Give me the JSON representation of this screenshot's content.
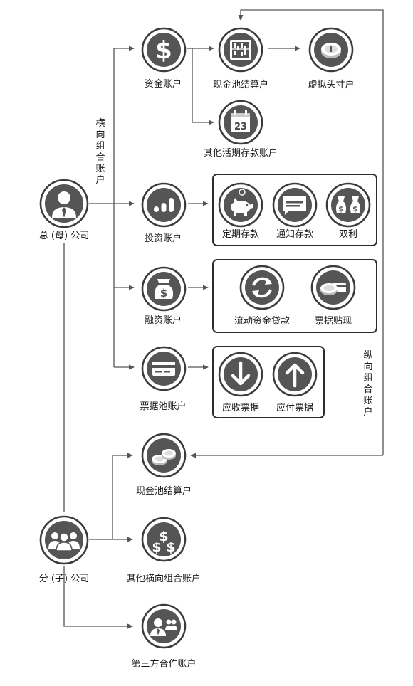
{
  "colors": {
    "icon_fill": "#555555",
    "icon_ring": "#3b3b3b",
    "line": "#555555",
    "panel_border": "#2b2b2b"
  },
  "parent": {
    "label": "总 (母) 公司",
    "icon": "manager-icon"
  },
  "subsidiary": {
    "label": "分 (子) 公司",
    "icon": "group-icon"
  },
  "horizontal_label": "横向组合账户",
  "vertical_label": "纵向组合账户",
  "accounts": {
    "funds": {
      "label": "资金账户",
      "icon": "dollar-icon"
    },
    "cash_pool": {
      "label": "现金池结算户",
      "icon": "abacus-icon"
    },
    "virtual": {
      "label": "虚拟头寸户",
      "icon": "coin-icon"
    },
    "other_current": {
      "label": "其他活期存款账户",
      "icon": "calendar-icon",
      "calendar_day": "23"
    },
    "investment": {
      "label": "投资账户",
      "icon": "bar-chart-icon"
    },
    "term_deposit": {
      "label": "定期存款",
      "icon": "piggy-bank-icon"
    },
    "notice_deposit": {
      "label": "通知存款",
      "icon": "notice-icon"
    },
    "dual_benefit": {
      "label": "双利",
      "icon": "money-bags-icon"
    },
    "financing": {
      "label": "融资账户",
      "icon": "money-bag-icon"
    },
    "working_loan": {
      "label": "流动资金贷款",
      "icon": "cycle-icon"
    },
    "bill_discount": {
      "label": "票据贴现",
      "icon": "coin-card-icon"
    },
    "bill_pool": {
      "label": "票据池账户",
      "icon": "card-icon"
    },
    "receivable": {
      "label": "应收票据",
      "icon": "arrow-down-icon"
    },
    "payable": {
      "label": "应付票据",
      "icon": "arrow-up-icon"
    },
    "sub_cash_pool": {
      "label": "现金池结算户",
      "icon": "coins-icon"
    },
    "sub_other_horizontal": {
      "label": "其他横向组合账户",
      "icon": "dollars-icon"
    },
    "third_party": {
      "label": "第三方合作账户",
      "icon": "partners-icon"
    }
  }
}
